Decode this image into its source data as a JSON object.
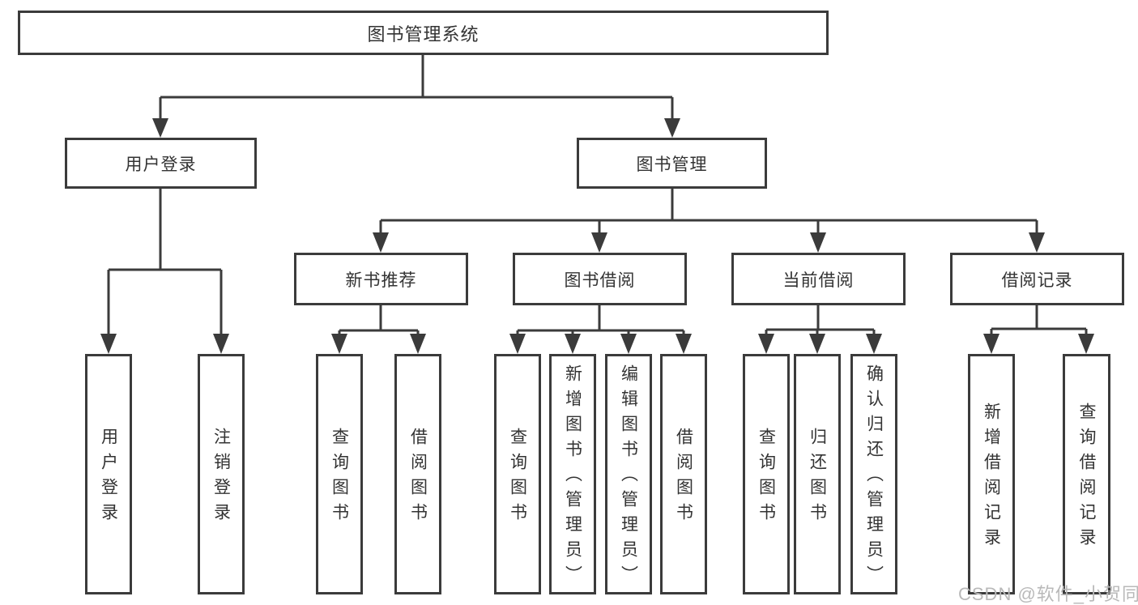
{
  "diagram": {
    "title": "图书管理系统",
    "branches": [
      {
        "label": "用户登录",
        "children": [
          {
            "label": "用户登录"
          },
          {
            "label": "注销登录"
          }
        ]
      },
      {
        "label": "图书管理",
        "children": [
          {
            "label": "新书推荐",
            "children": [
              {
                "label": "查询图书"
              },
              {
                "label": "借阅图书"
              }
            ]
          },
          {
            "label": "图书借阅",
            "children": [
              {
                "label": "查询图书"
              },
              {
                "label": "新增图书（管理员）"
              },
              {
                "label": "编辑图书（管理员）"
              },
              {
                "label": "借阅图书"
              }
            ]
          },
          {
            "label": "当前借阅",
            "children": [
              {
                "label": "查询图书"
              },
              {
                "label": "归还图书"
              },
              {
                "label": "确认归还（管理员）"
              }
            ]
          },
          {
            "label": "借阅记录",
            "children": [
              {
                "label": "新增借阅记录"
              },
              {
                "label": "查询借阅记录"
              }
            ]
          }
        ]
      }
    ]
  },
  "watermark": {
    "text": "CSDN @软件_小贺同学"
  },
  "colors": {
    "line": "#3b3b3b",
    "text": "#333333",
    "box_background": "#ffffff",
    "watermark": "#b9b9b9"
  }
}
